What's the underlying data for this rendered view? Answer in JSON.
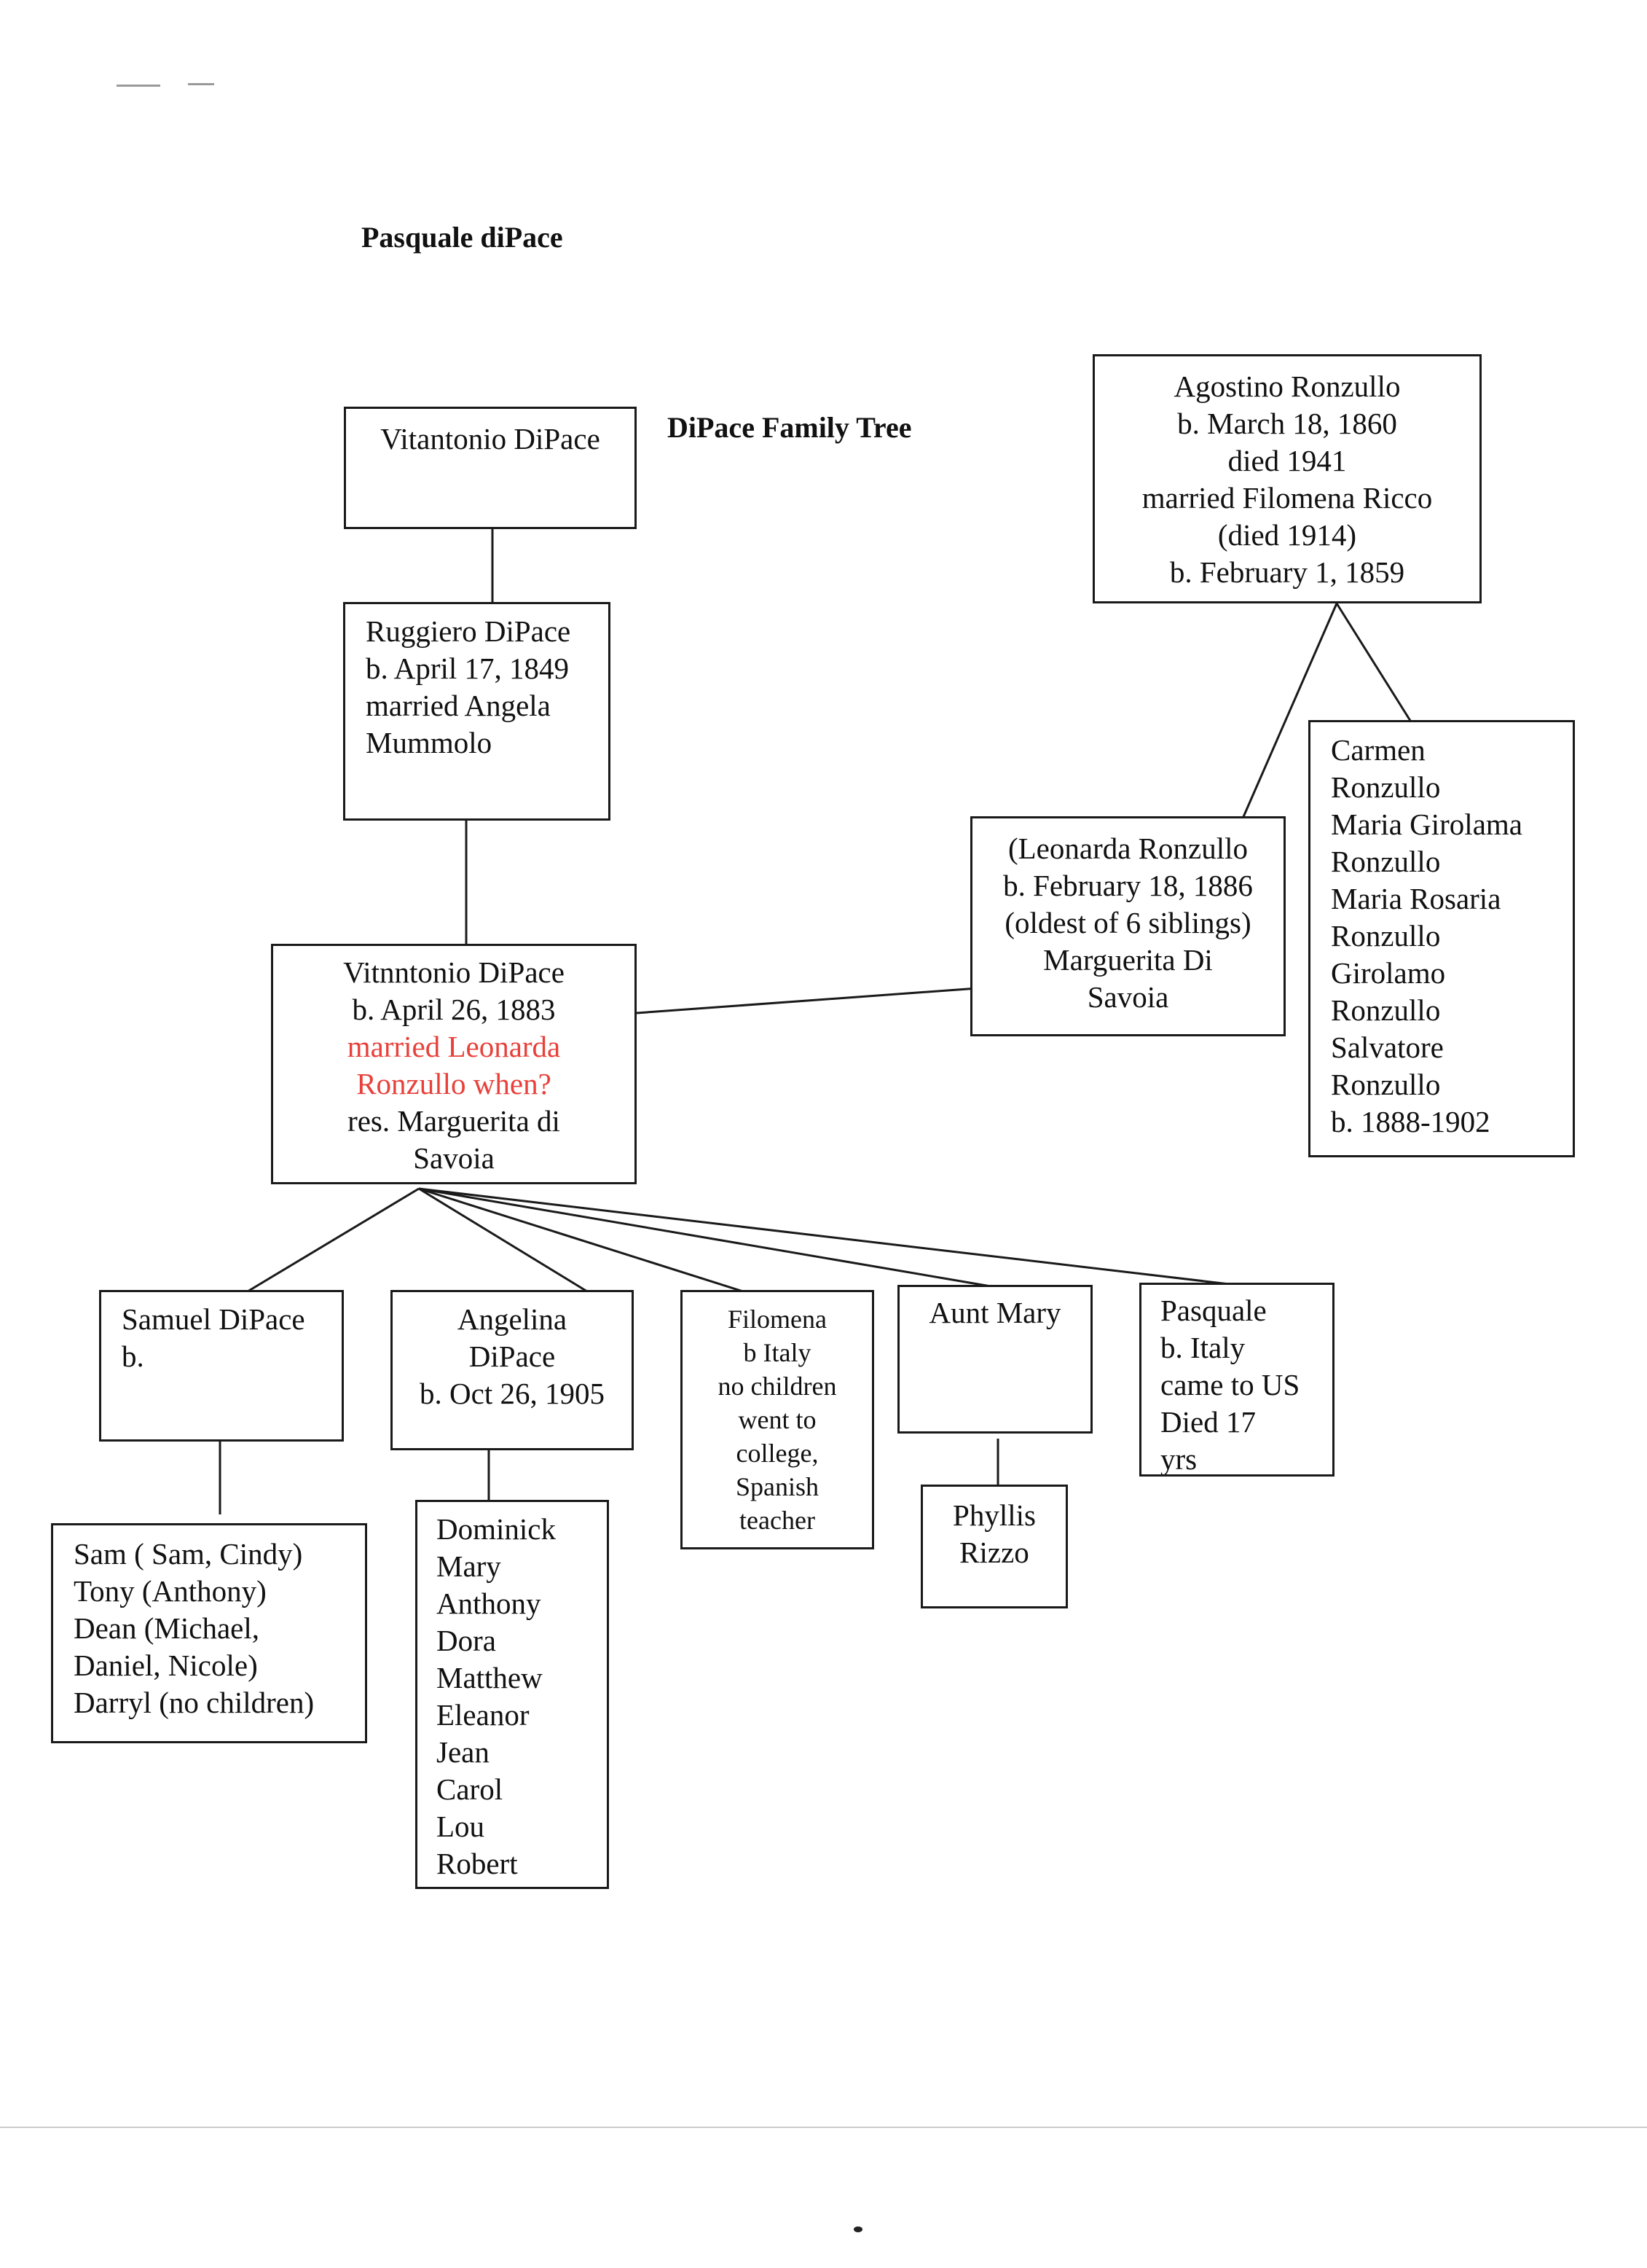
{
  "header": {
    "name": "Pasquale diPace",
    "tree_title": "DiPace Family Tree"
  },
  "people": {
    "vitantonio_sr": {
      "lines": [
        "Vitantonio DiPace"
      ]
    },
    "ruggiero": {
      "lines": [
        "Ruggiero DiPace",
        "b. April 17, 1849",
        "married Angela",
        "Mummolo"
      ]
    },
    "vitantonio_jr": {
      "lines": [
        "Vitnntonio DiPace",
        "b. April 26, 1883"
      ],
      "note_lines": [
        "married Leonarda",
        "Ronzullo when?"
      ],
      "residence_lines": [
        "res. Marguerita di",
        "Savoia"
      ]
    },
    "agostino": {
      "lines": [
        "Agostino Ronzullo",
        "b. March 18, 1860",
        "died 1941",
        "married Filomena Ricco",
        "(died 1914)",
        "b. February 1, 1859"
      ]
    },
    "leonarda": {
      "lines": [
        "(Leonarda Ronzullo",
        "b. February 18, 1886",
        "(oldest of 6 siblings)",
        "Marguerita Di",
        "Savoia"
      ]
    },
    "ronzullo_siblings": {
      "lines": [
        "Carmen",
        "Ronzullo",
        "Maria Girolama",
        "Ronzullo",
        "Maria Rosaria",
        "Ronzullo",
        "Girolamo",
        "Ronzullo",
        "Salvatore",
        "Ronzullo",
        "b. 1888-1902"
      ]
    },
    "samuel": {
      "lines": [
        "Samuel DiPace",
        "b."
      ]
    },
    "angelina": {
      "lines": [
        "Angelina",
        "DiPace",
        "b. Oct 26, 1905"
      ]
    },
    "filomena": {
      "lines": [
        "Filomena",
        "b Italy",
        "no children",
        "went to",
        "college,",
        "Spanish",
        "teacher"
      ]
    },
    "aunt_mary": {
      "lines": [
        "Aunt Mary"
      ]
    },
    "pasquale": {
      "lines": [
        "Pasquale",
        "b. Italy",
        "came to US",
        "Died 17",
        "yrs"
      ]
    },
    "samuel_children": {
      "lines": [
        "Sam ( Sam, Cindy)",
        "Tony  (Anthony)",
        "Dean (Michael,",
        "Daniel, Nicole)",
        "Darryl (no children)"
      ]
    },
    "angelina_children": {
      "lines": [
        "Dominick",
        "Mary",
        "Anthony",
        "Dora",
        "Matthew",
        "Eleanor",
        "Jean",
        "Carol",
        "Lou",
        "Robert"
      ]
    },
    "phyllis": {
      "lines": [
        "Phyllis",
        "Rizzo"
      ]
    }
  },
  "colors": {
    "ink": "#1a1a1a",
    "note": "#e8403a",
    "paper": "#ffffff"
  }
}
